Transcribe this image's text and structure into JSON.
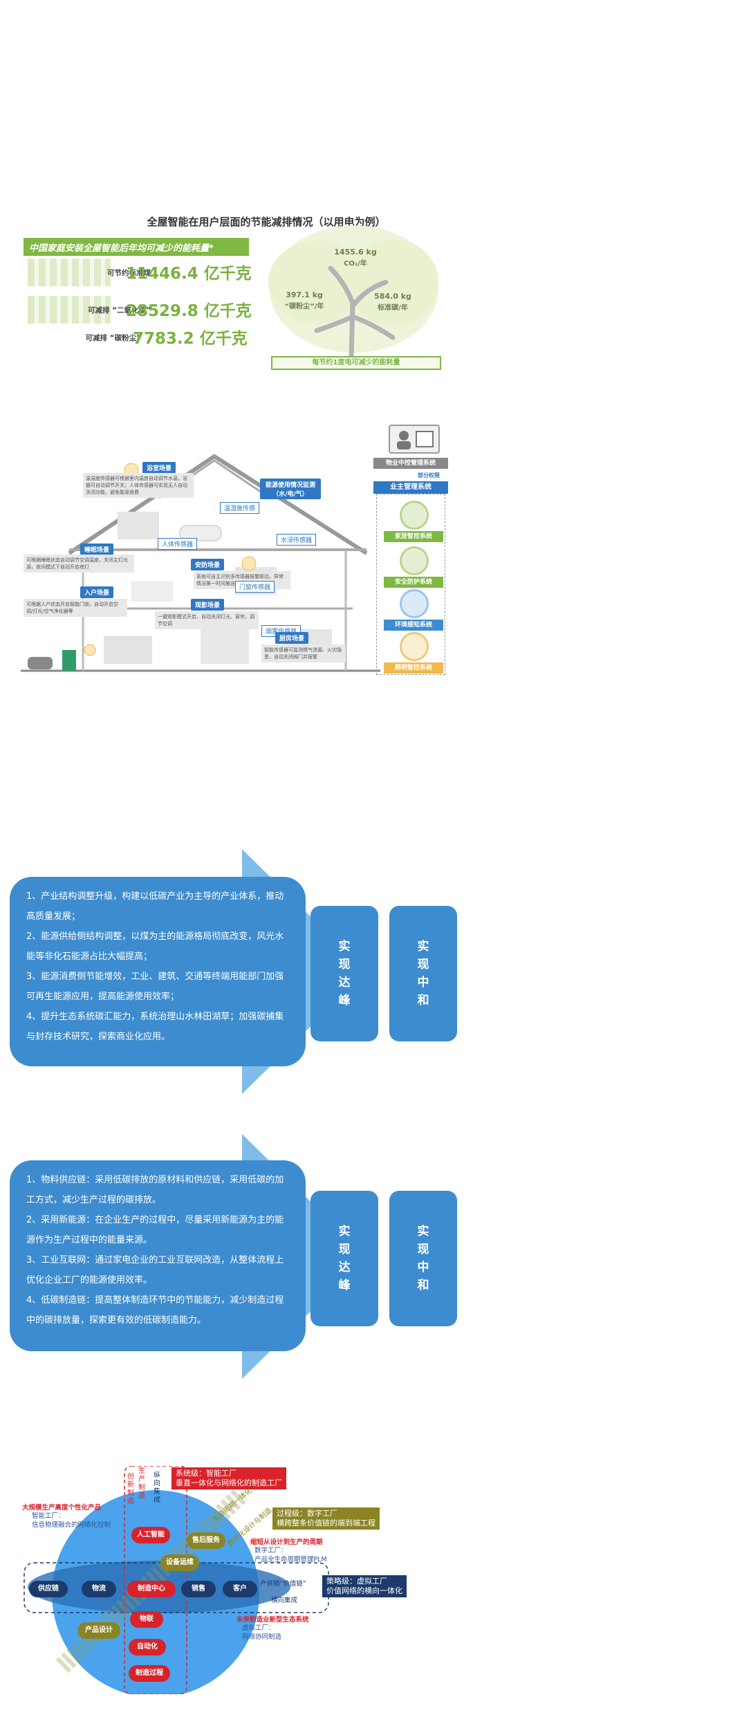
{
  "section1": {
    "title": "全屋智能在用户层面的节能减排情况（以用电为例）",
    "banner": "中国家庭安装全屋智能后年均可减少的能耗量*",
    "stats": [
      {
        "label": "可节约标准煤",
        "value": "11446.4 亿千克"
      },
      {
        "label": "可减排 “二氧化碳”",
        "value": "28529.8 亿千克"
      },
      {
        "label": "可减排 “碳粉尘”",
        "value": "7783.2 亿千克"
      }
    ],
    "tree": {
      "co2": "1455.6 kg",
      "co2_unit": "CO₂/年",
      "dust": "397.1 kg",
      "dust_unit": "“碳粉尘”/年",
      "coal": "584.0 kg",
      "coal_unit": "标准碳/年",
      "caption": "每节约1度电可减少的能耗量"
    }
  },
  "section2": {
    "tags": {
      "bath": "浴室场景",
      "energy": "能源使用情况监测",
      "energy_sub": "（水/电/气）",
      "sleep": "睡眠场景",
      "security": "安防场景",
      "entry": "入户场景",
      "viewing": "观影场景",
      "kitchen": "厨房场景"
    },
    "ptags": {
      "temp": "温湿度传感",
      "body": "人体传感器",
      "water": "水浸传感器",
      "door": "门窗传感器",
      "smoke": "烟雾传感器"
    },
    "notes": {
      "bath": "温湿度传感器可根据室内温度自动调节水温，浴霸可自动调节开关；人体传感器可实现无人自动关闭功能，避免能源浪费",
      "sleep": "可根据睡眠状态自动调节空调温度，关闭主灯光源，夜间模式下自动开启夜灯",
      "security": "系统可自主识别多传感器报警联动，异常情况第一时间推送至业主手机",
      "entry": "可根据人户状态开启智能门锁，自动开启空调/灯光/空气净化器等",
      "viewing": "一键观影模式开启，自动关闭灯光、窗帘，调节空调",
      "kitchen": "智能传感器可监测燃气泄漏、火灾隐患，自动关闭阀门并报警"
    },
    "property": {
      "title": "物业中控管理系统",
      "sub": "部分权限",
      "owner": "业主管理系统",
      "systems": [
        "家居智控系统",
        "安全防护系统",
        "环境感知系统",
        "照明智控系统"
      ]
    }
  },
  "section3": {
    "items": [
      "1、产业结构调整升级，构建以低碳产业为主导的产业体系，推动高质量发展；",
      "2、能源供给侧结构调整，以煤为主的能源格局彻底改变，风光水能等非化石能源占比大幅提高；",
      "3、能源消费侧节能增效，工业、建筑、交通等终端用能部门加强可再生能源应用，提高能源使用效率；",
      "4、提升生态系统碳汇能力，系统治理山水林田湖草；加强碳捕集与封存技术研究，探索商业化应用。"
    ],
    "box1": "实现达峰",
    "box2": "实现中和"
  },
  "section4": {
    "items": [
      "1、物料供应链：采用低碳排放的原材料和供应链，采用低碳的加工方式，减少生产过程的碳排放。",
      "2、采用新能源：在企业生产的过程中，尽量采用新能源为主的能源作为生产过程中的能量来源。",
      "3、工业互联网：通过家电企业的工业互联网改造，从整体流程上优化企业工厂的能源使用效率。",
      "4、低碳制造链：提高整体制造环节中的节能能力，减少制造过程中的碳排放量，探索更有效的低碳制造能力。"
    ],
    "box1": "实现达峰",
    "box2": "实现中和"
  },
  "section5": {
    "system_box": [
      "系统级：智能工厂",
      "垂直一体化与网络化的制造工厂"
    ],
    "process_box": [
      "过程级：数字工厂",
      "横跨整条价值链的端到端工程"
    ],
    "strategy_box": [
      "策略级：虚拟工厂",
      "价值网络的横向一体化"
    ],
    "vertical_labels": [
      "创新制造",
      "生产制造",
      "纵向集成"
    ],
    "diag_labels": [
      "生命周期一体化",
      "数字化设计与制造"
    ],
    "red_notes": [
      "大规模生产高度个性化产品",
      "缩短从设计到生产的周期",
      "未来制造业新型生态系统"
    ],
    "blue_notes": {
      "smart": [
        "智能工厂：",
        "信息物理融合的网络化控制"
      ],
      "digital": [
        "数字工厂：",
        "产品全生命周期管理PLM"
      ],
      "virtual": [
        "虚拟工厂：",
        "网络协同制造"
      ]
    },
    "nodes": {
      "supply": "供应链",
      "logistics": "物流",
      "center": "制造中心",
      "sales": "销售",
      "customer": "客户",
      "ai": "人工智能",
      "after": "售后服务",
      "equip": "设备运维",
      "iot": "物联",
      "design": "产品设计",
      "auto": "自动化",
      "process": "制造过程"
    },
    "horizontal": "横向集成",
    "value_chain": "产供销“价值链”"
  }
}
